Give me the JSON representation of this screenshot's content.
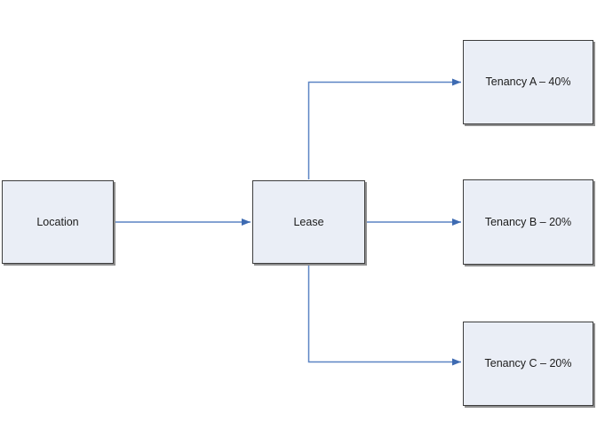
{
  "diagram": {
    "type": "flowchart",
    "nodes": {
      "location": {
        "label": "Location"
      },
      "lease": {
        "label": "Lease"
      },
      "tenancy_a": {
        "label": "Tenancy A – 40%"
      },
      "tenancy_b": {
        "label": "Tenancy B – 20%"
      },
      "tenancy_c": {
        "label": "Tenancy C – 20%"
      }
    },
    "edges": [
      {
        "from": "location",
        "to": "lease",
        "style": "straight-arrow"
      },
      {
        "from": "lease",
        "to": "tenancy_a",
        "style": "elbow-arrow-up-right"
      },
      {
        "from": "lease",
        "to": "tenancy_b",
        "style": "straight-arrow"
      },
      {
        "from": "lease",
        "to": "tenancy_c",
        "style": "elbow-arrow-down-right"
      }
    ],
    "colors": {
      "box_fill": "#eaeef6",
      "box_border": "#3d3d3d",
      "box_shadow": "#8f8f8f",
      "connector": "#5b84c4",
      "arrowhead": "#3e6bb2",
      "text": "#1c1c1c",
      "background": "#ffffff"
    }
  }
}
